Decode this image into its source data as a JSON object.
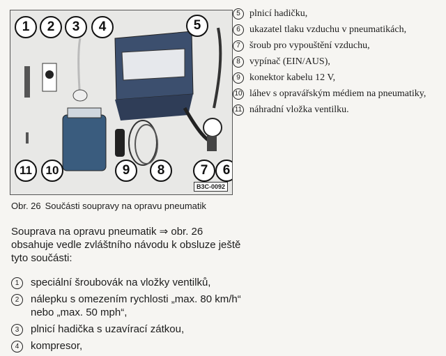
{
  "figure": {
    "callouts": [
      "1",
      "2",
      "3",
      "4",
      "5",
      "11",
      "10",
      "9",
      "8",
      "7",
      "6"
    ],
    "code": "B3C-0092"
  },
  "legend": [
    {
      "num": "5",
      "text": "plnicí hadičku,"
    },
    {
      "num": "6",
      "text": "ukazatel tlaku vzduchu v pneumatikách,"
    },
    {
      "num": "7",
      "text": "šroub pro vypouštění vzduchu,"
    },
    {
      "num": "8",
      "text": "vypínač (EIN/AUS),"
    },
    {
      "num": "9",
      "text": "konektor kabelu 12 V,"
    },
    {
      "num": "10",
      "text": "láhev s opravářským médiem na pneumatiky,"
    },
    {
      "num": "11",
      "text": "náhradní vložka ventilku."
    }
  ],
  "caption": {
    "label": "Obr. 26",
    "text": "Součásti soupravy na opravu pneumatik"
  },
  "intro": "Souprava na opravu pneumatik ⇒ obr. 26 obsahuje vedle zvláštního návodu k obsluze ještě tyto součásti:",
  "list": [
    {
      "num": "1",
      "text": "speciální šroubovák na vložky ventilků,"
    },
    {
      "num": "2",
      "text": "nálepku s omezením rychlosti „max. 80 km/h“ nebo „max. 50 mph“,"
    },
    {
      "num": "3",
      "text": "plnicí hadička s uzavírací zátkou,"
    },
    {
      "num": "4",
      "text": "kompresor,"
    }
  ]
}
